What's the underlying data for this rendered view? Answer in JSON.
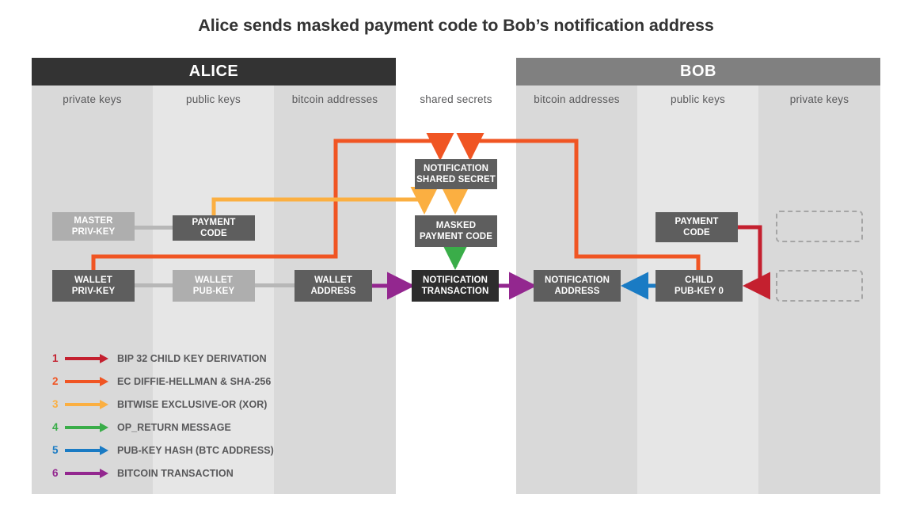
{
  "title": "Alice sends masked payment code to Bob’s notification address",
  "parties": [
    {
      "name": "ALICE",
      "color": "#333333"
    },
    {
      "name": "BOB",
      "color": "#808080"
    }
  ],
  "columns": [
    {
      "label": "private keys",
      "shade": "#d9d9d9"
    },
    {
      "label": "public keys",
      "shade": "#e6e6e6"
    },
    {
      "label": "bitcoin addresses",
      "shade": "#d9d9d9"
    },
    {
      "label": "shared secrets",
      "shade": "#ffffff"
    },
    {
      "label": "bitcoin addresses",
      "shade": "#d9d9d9"
    },
    {
      "label": "public keys",
      "shade": "#e6e6e6"
    },
    {
      "label": "private keys",
      "shade": "#d9d9d9"
    }
  ],
  "nodes": {
    "master_priv_key": {
      "line1": "MASTER",
      "line2": "PRIV-KEY",
      "style": "light"
    },
    "payment_code_alice": {
      "line1": "PAYMENT",
      "line2": "CODE",
      "style": "dark"
    },
    "notification_shared_secret": {
      "line1": "NOTIFICATION",
      "line2": "SHARED SECRET",
      "style": "dark"
    },
    "masked_payment_code": {
      "line1": "MASKED",
      "line2": "PAYMENT CODE",
      "style": "dark"
    },
    "payment_code_bob": {
      "line1": "PAYMENT",
      "line2": "CODE",
      "style": "dark"
    },
    "wallet_priv_key": {
      "line1": "WALLET",
      "line2": "PRIV-KEY",
      "style": "dark"
    },
    "wallet_pub_key": {
      "line1": "WALLET",
      "line2": "PUB-KEY",
      "style": "light"
    },
    "wallet_address": {
      "line1": "WALLET",
      "line2": "ADDRESS",
      "style": "dark"
    },
    "notification_transaction": {
      "line1": "NOTIFICATION",
      "line2": "TRANSACTION",
      "style": "black"
    },
    "notification_address": {
      "line1": "NOTIFICATION",
      "line2": "ADDRESS",
      "style": "dark"
    },
    "child_pub_key": {
      "line1": "CHILD",
      "line2": "PUB-KEY  0",
      "style": "dark"
    }
  },
  "legend": [
    {
      "num": "1",
      "label": "BIP 32 CHILD KEY DERIVATION",
      "color": "#c4202f"
    },
    {
      "num": "2",
      "label": "EC DIFFIE-HELLMAN & SHA-256",
      "color": "#f05523"
    },
    {
      "num": "3",
      "label": "BITWISE EXCLUSIVE-OR (XOR)",
      "color": "#fbaf41"
    },
    {
      "num": "4",
      "label": "OP_RETURN MESSAGE",
      "color": "#3aad49"
    },
    {
      "num": "5",
      "label": "PUB-KEY HASH (BTC ADDRESS)",
      "color": "#1a7bc4"
    },
    {
      "num": "6",
      "label": "BITCOIN TRANSACTION",
      "color": "#93278f"
    }
  ],
  "colors": {
    "red": "#c4202f",
    "orange": "#f05523",
    "yellow": "#fbaf41",
    "green": "#3aad49",
    "blue": "#1a7bc4",
    "purple": "#93278f",
    "gray_link": "#b7b7b7",
    "node_dark": "#5e5e5e",
    "node_light": "#aeaeae",
    "node_black": "#2d2d2d"
  }
}
